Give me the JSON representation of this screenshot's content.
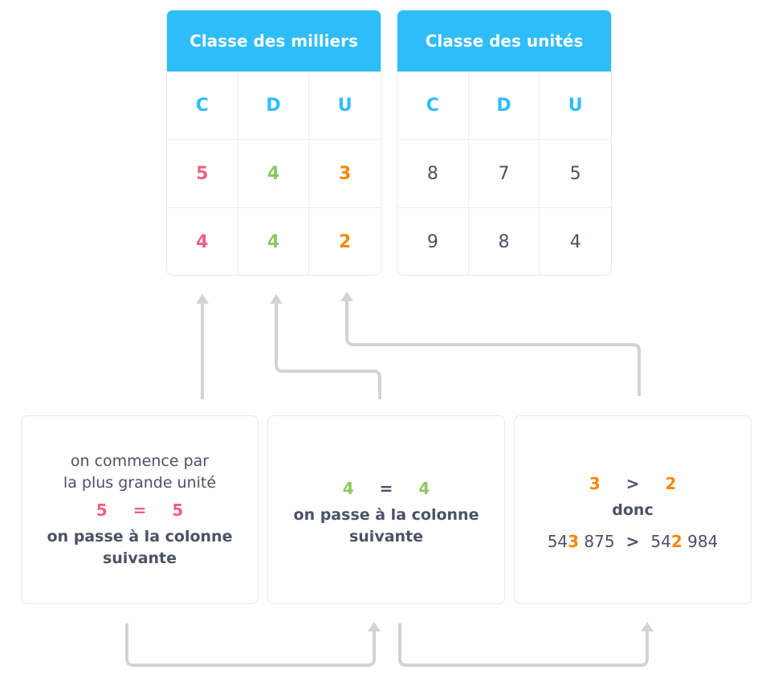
{
  "tables": [
    {
      "title": "Classe des milliers",
      "headers": [
        "C",
        "D",
        "U"
      ],
      "rows": [
        [
          "5",
          "4",
          "3"
        ],
        [
          "4",
          "4",
          "2"
        ]
      ]
    },
    {
      "title": "Classe des unités",
      "headers": [
        "C",
        "D",
        "U"
      ],
      "rows": [
        [
          "8",
          "7",
          "5"
        ],
        [
          "9",
          "8",
          "4"
        ]
      ]
    }
  ],
  "steps": [
    {
      "intro_line1": "on commence par",
      "intro_line2": "la plus grande unité",
      "left": "5",
      "op": "=",
      "right": "5",
      "result_line1": "on passe à la colonne",
      "result_line2": "suivante"
    },
    {
      "left": "4",
      "op": "=",
      "right": "4",
      "result_line1": "on passe à la colonne",
      "result_line2": "suivante"
    },
    {
      "left": "3",
      "op": ">",
      "right": "2",
      "word": "donc",
      "n1_pre": "54",
      "n1_digit": "3",
      "n1_post": " 875",
      "cmp_op": ">",
      "n2_pre": "54",
      "n2_digit": "2",
      "n2_post": " 984"
    }
  ],
  "colors": {
    "header": "#2dbdf9",
    "hundreds": "#f0607e",
    "tens": "#8cc95f",
    "units": "#f5870a",
    "text": "#4a5265",
    "arrow": "#d3d3d3"
  }
}
